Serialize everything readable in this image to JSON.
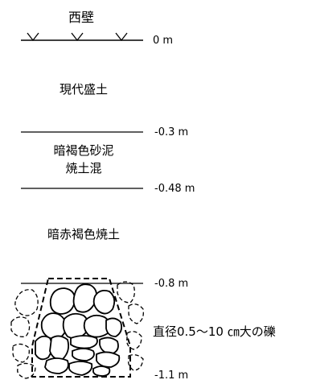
{
  "title": "西壁",
  "layers": [
    {
      "label_lines": [
        "現代盛土"
      ]
    },
    {
      "label_lines": [
        "暗褐色砂泥",
        "焼土混"
      ]
    },
    {
      "label_lines": [
        "暗赤褐色焼土"
      ]
    }
  ],
  "depths": [
    "0 m",
    "-0.3 m",
    "-0.48 m",
    "-0.8 m",
    "-1.1 m"
  ],
  "stone_note": "直径0.5～10 ㎝大の礫"
}
